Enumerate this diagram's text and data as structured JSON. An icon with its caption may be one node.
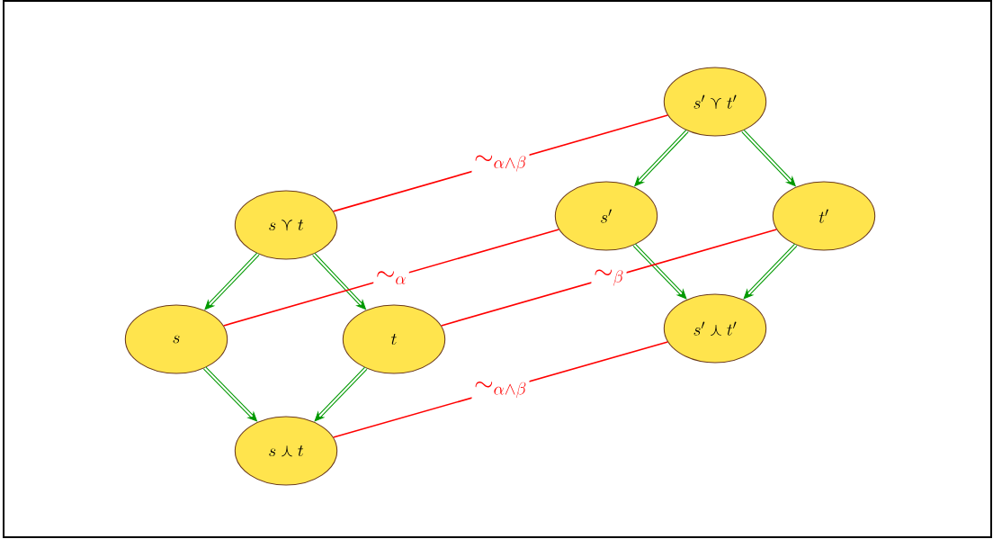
{
  "diagram": {
    "nodes": [
      {
        "text": [
          "s \\curlyvee t"
        ]
      },
      {
        "text": [
          "s"
        ]
      },
      {
        "text": [
          "t"
        ]
      },
      {
        "text": [
          "s \\curlywedge t"
        ]
      },
      {
        "text": [
          "s' \\curlyvee t'"
        ]
      },
      {
        "text": [
          "s'"
        ]
      },
      {
        "text": [
          "t'"
        ]
      },
      {
        "text": [
          "s' \\curlywedge t'"
        ]
      }
    ],
    "edges": [
      {
        "from": 0,
        "to": 1,
        "arrow": "to"
      },
      {
        "from": 0,
        "to": 2,
        "arrow": "to"
      },
      {
        "from": 1,
        "to": 3,
        "arrow": "to"
      },
      {
        "from": 2,
        "to": 3,
        "arrow": "to"
      },
      {
        "from": 4,
        "to": 5,
        "arrow": "to"
      },
      {
        "from": 4,
        "to": 6,
        "arrow": "to"
      },
      {
        "from": 5,
        "to": 7,
        "arrow": "to"
      },
      {
        "from": 6,
        "to": 7,
        "arrow": "to"
      },
      {
        "from": 0,
        "to": 4,
        "arrow": "none",
        "label": "\\sim_{\\alpha\\wedge\\beta}",
        "color": "#ff0000"
      },
      {
        "from": 1,
        "to": 5,
        "arrow": "none",
        "label": "\\sim_{\\alpha}",
        "color": "#ff0000"
      },
      {
        "from": 2,
        "to": 6,
        "arrow": "none",
        "label": "\\sim_{\\beta}",
        "color": "#ff0000"
      },
      {
        "from": 3,
        "to": 7,
        "arrow": "none",
        "label": "\\sim_{\\alpha\\wedge\\beta}",
        "color": "#ff0000"
      }
    ]
  }
}
